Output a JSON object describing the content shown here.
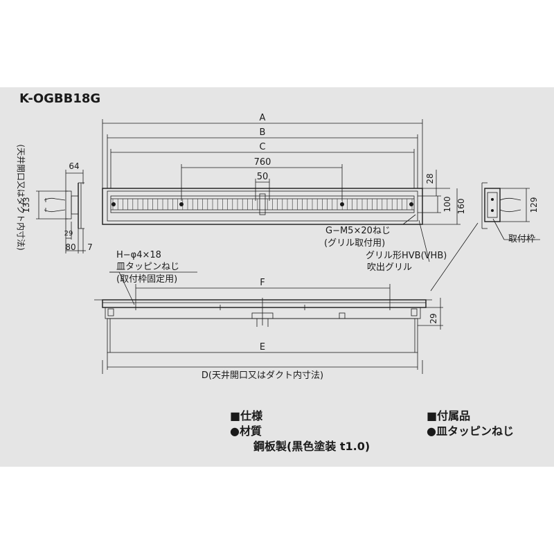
{
  "model": "K-OGBB18G",
  "dims": {
    "A": "A",
    "B": "B",
    "C": "C",
    "d760": "760",
    "d50": "50",
    "d28": "28",
    "d100": "100",
    "d160": "160",
    "d129": "129",
    "d64": "64",
    "d133": "133",
    "d29a": "29",
    "d80": "80",
    "d7": "7",
    "F": "F",
    "E": "E",
    "d29b": "29",
    "D": "D(天井開口又はダクト内寸法)"
  },
  "side_vertical_label": "(天井開口又はダクト内寸法)",
  "labels": {
    "g_screw": "G−M5×20ねじ",
    "g_screw_note": "(グリル取付用)",
    "grille_type": "グリル形HVB(VHB)",
    "grille_name": "吹出グリル",
    "frame": "取付枠",
    "h_hole": "H−φ4×18",
    "h_screw": "皿タッピンねじ",
    "h_note": "(取付枠固定用)"
  },
  "spec": {
    "heading": "■仕様",
    "material_label": "●材質",
    "material_value": "鋼板製(黒色塗装 t1.0)"
  },
  "accessories": {
    "heading": "■付属品",
    "item": "●皿タッピンねじ"
  }
}
